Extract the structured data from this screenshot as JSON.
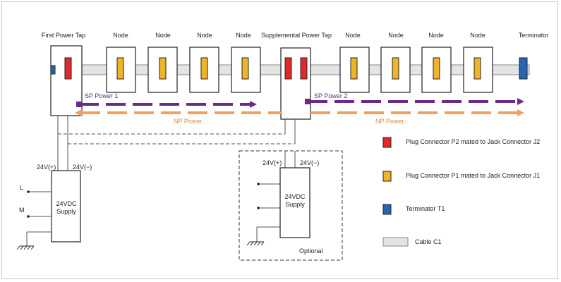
{
  "header_labels": {
    "first_power_tap": "First Power Tap",
    "node": "Node",
    "supplemental_power_tap": "Supplemental Power Tap",
    "terminator": "Terminator"
  },
  "power": {
    "sp_power_1": "SP Power 1",
    "sp_power_2": "SP Power 2",
    "np_power_left": "NP Power",
    "np_power_right": "NP Power"
  },
  "supply": {
    "v_plus": "24V(+)",
    "v_minus": "24V(−)",
    "name_line1": "24VDC",
    "name_line2": "Supply",
    "L": "L",
    "M": "M",
    "optional": "Optional"
  },
  "legend": {
    "p2": "Plug Connector P2 mated to Jack Connector J2",
    "p1": "Plug Connector P1 mated to Jack Connector J1",
    "t1": "Terminator T1",
    "cable": "Cable C1"
  },
  "colors": {
    "red": "#e02a2a",
    "yellow": "#f0b429",
    "blue": "#2466b0",
    "purple": "#6a2a8a",
    "orange": "#f0a060",
    "cable": "#e4e4e4"
  }
}
